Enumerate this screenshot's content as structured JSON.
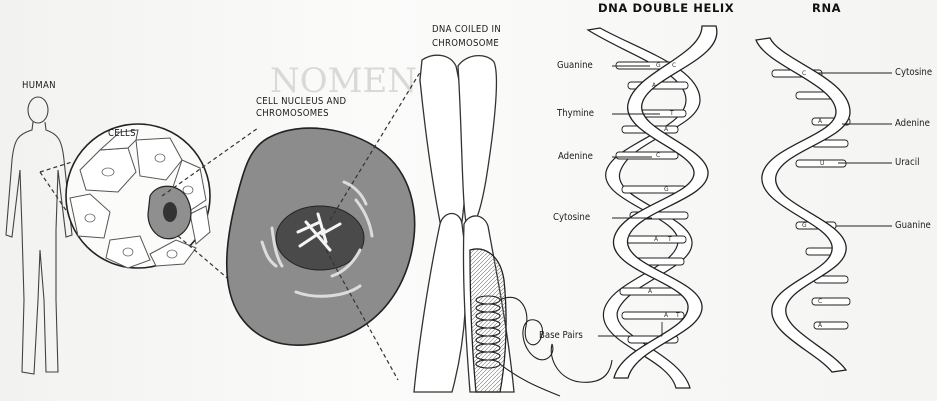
{
  "labels": {
    "human": "HUMAN",
    "cells": "CELLS",
    "nucleus_line1": "CELL NUCLEUS AND",
    "nucleus_line2": "CHROMOSOMES",
    "coiled_line1": "DNA COILED IN",
    "coiled_line2": "CHROMOSOME",
    "dna_heading": "DNA DOUBLE HELIX",
    "rna_heading": "RNA"
  },
  "dna_bases": {
    "guanine": "Guanine",
    "thymine": "Thymine",
    "adenine": "Adenine",
    "cytosine": "Cytosine",
    "base_pairs": "Base Pairs"
  },
  "rna_bases": {
    "cytosine": "Cytosine",
    "adenine": "Adenine",
    "uracil": "Uracil",
    "guanine": "Guanine"
  },
  "colors": {
    "ink": "#1c1c1c",
    "cell_fill": "#8f8f8f",
    "nucleus_fill": "#4a4a4a",
    "ribbon_fill": "#ffffff"
  }
}
